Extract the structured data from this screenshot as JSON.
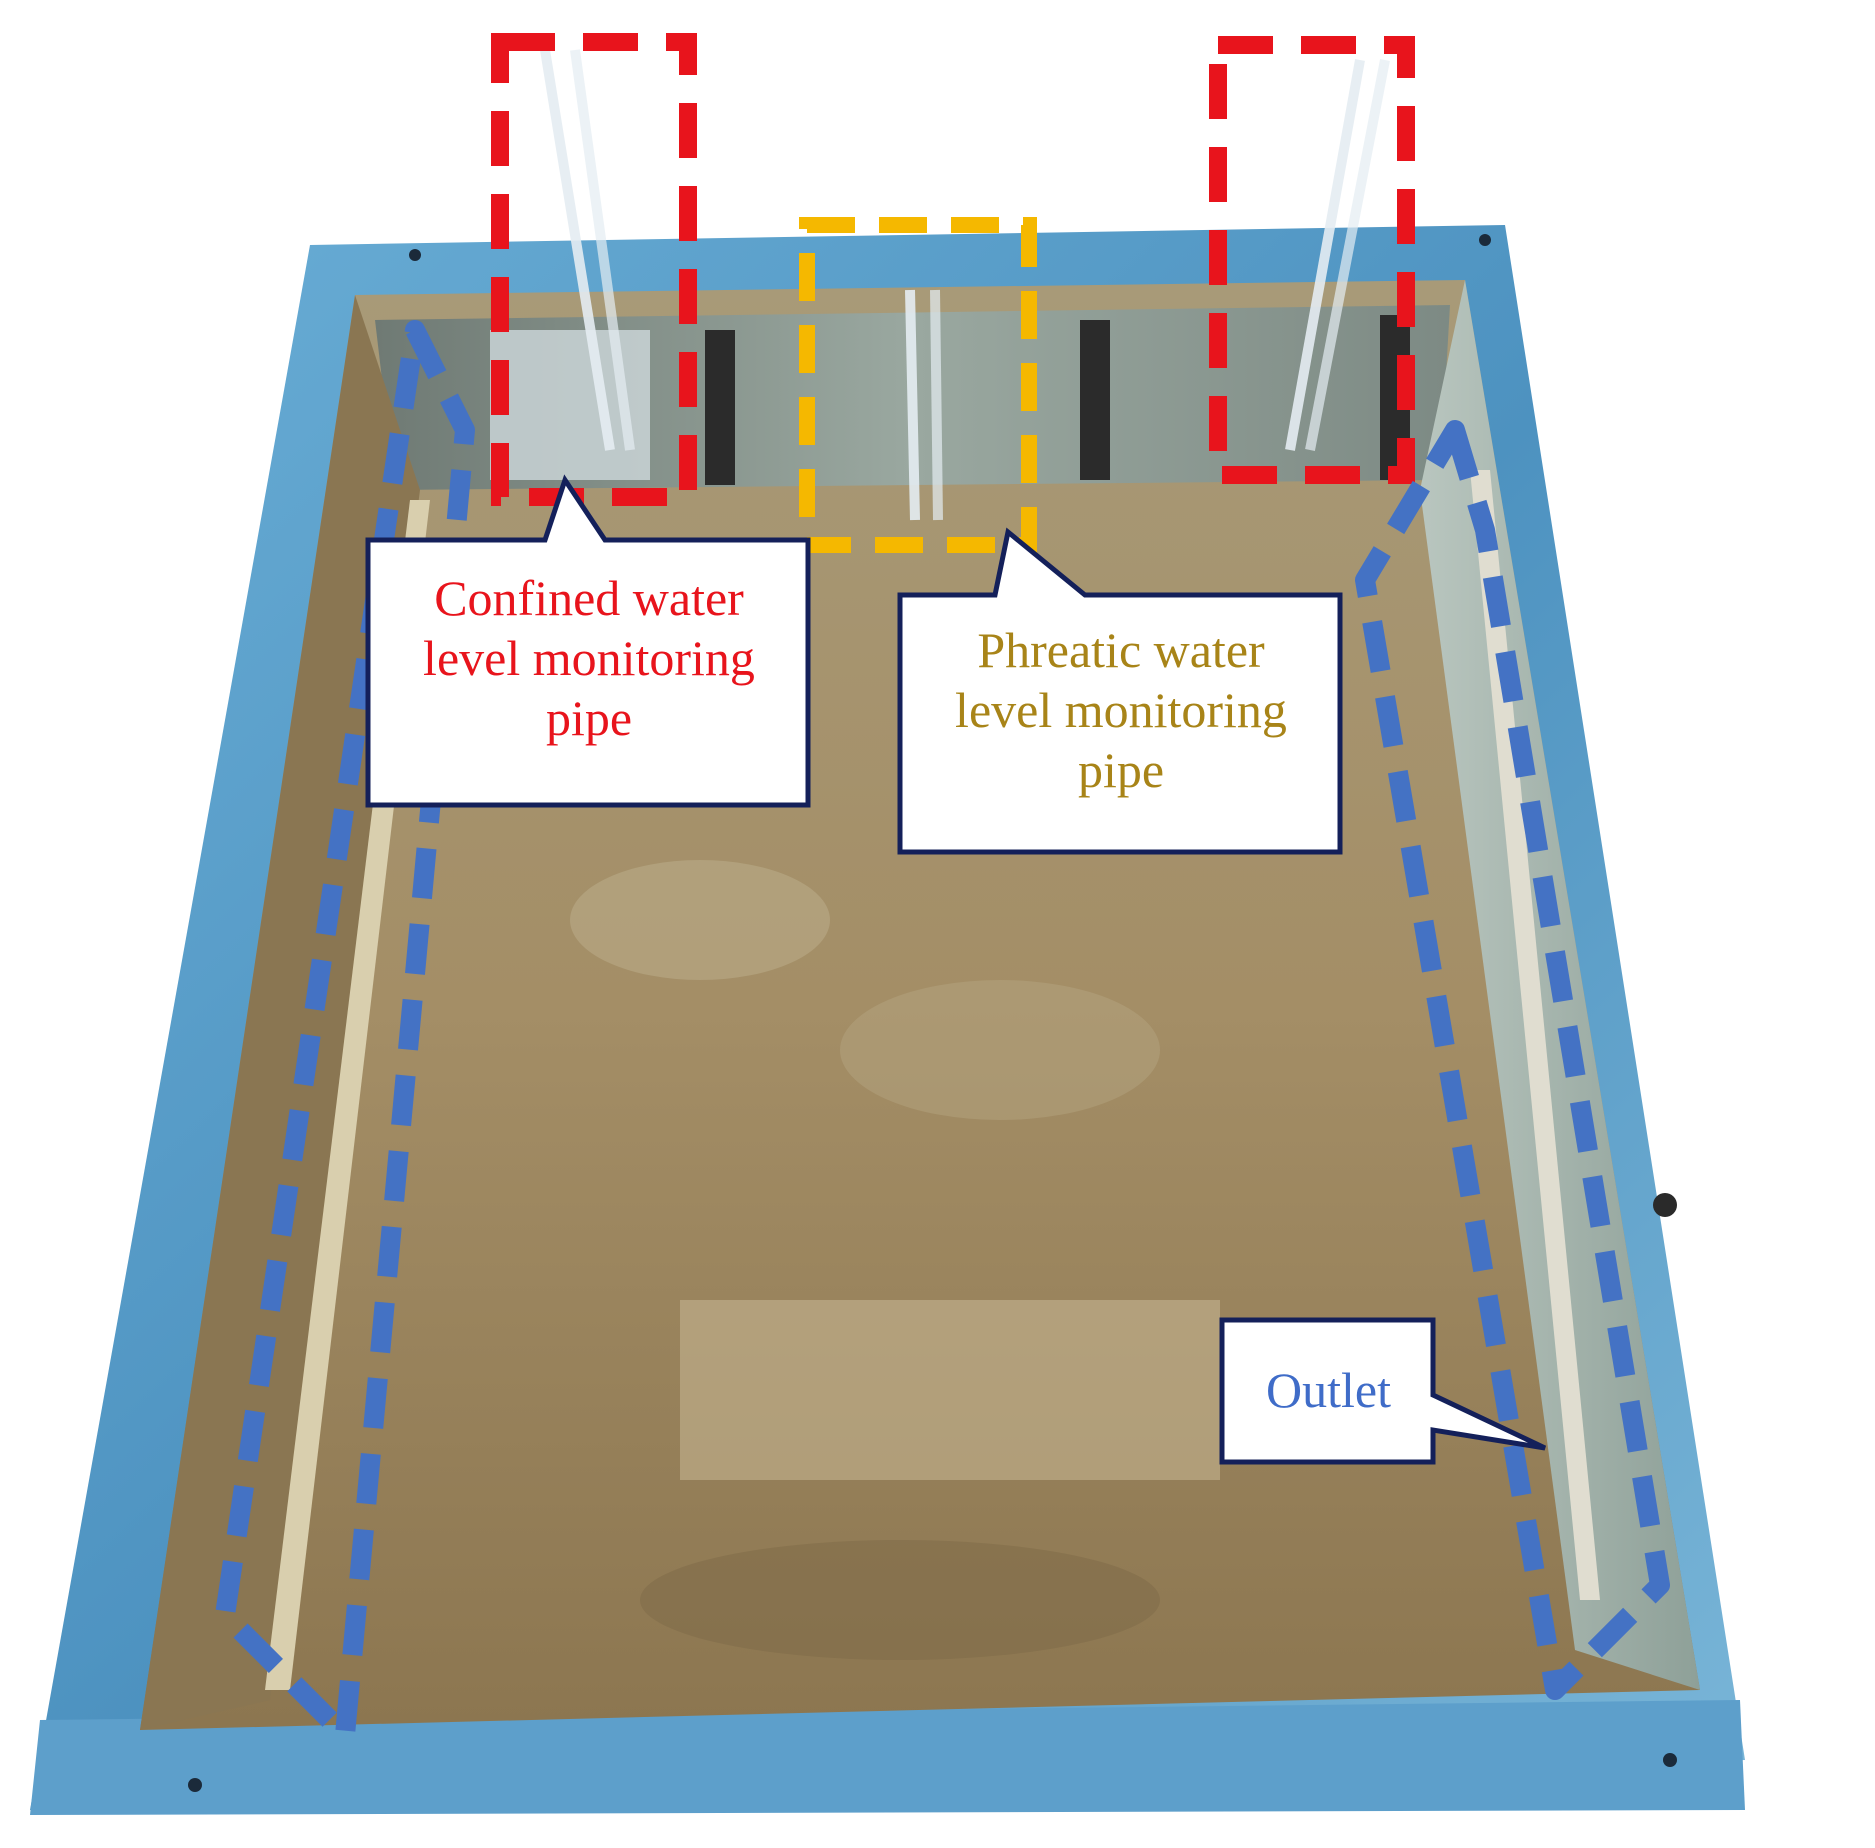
{
  "figure": {
    "callouts": {
      "confined": {
        "text": "Confined water\nlevel monitoring\npipe",
        "color": "#e8141c"
      },
      "phreatic": {
        "text": "Phreatic water\nlevel monitoring\npipe",
        "color": "#a88418"
      },
      "outlet": {
        "text": "Outlet",
        "color": "#3f6cc8"
      }
    },
    "colors": {
      "confined_box": "#e8141c",
      "phreatic_box": "#f5b800",
      "outlet_box": "#4472c4",
      "callout_border": "#14205a",
      "frame": "#5aa0cc",
      "sand": "#a8946a"
    }
  }
}
